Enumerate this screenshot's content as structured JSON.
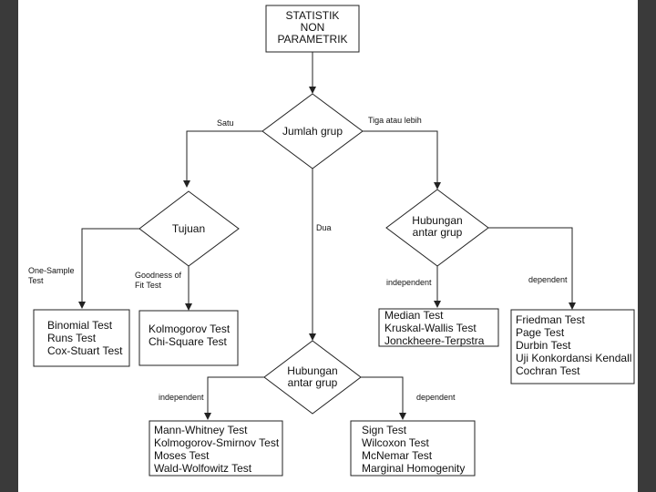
{
  "nodes": {
    "root": [
      "STATISTIK",
      "NON",
      "PARAMETRIK"
    ],
    "jumlah_grup": [
      "Jumlah grup"
    ],
    "tujuan": [
      "Tujuan"
    ],
    "hubungan_dua": [
      "Hubungan",
      "antar grup"
    ],
    "hubungan_tiga": [
      "Hubungan",
      "antar grup"
    ],
    "box_one_sample": [
      "Binomial Test",
      "Runs Test",
      "Cox-Stuart Test"
    ],
    "box_goodness": [
      "Kolmogorov Test",
      "Chi-Square Test"
    ],
    "box_two_indep": [
      "Mann-Whitney Test",
      "Kolmogorov-Smirnov Test",
      "Moses Test",
      "Wald-Wolfowitz Test"
    ],
    "box_two_dep": [
      "Sign Test",
      "Wilcoxon Test",
      "McNemar Test",
      "Marginal Homogenity"
    ],
    "box_k_indep": [
      "Median Test",
      "Kruskal-Wallis Test",
      "Jonckheere-Terpstra"
    ],
    "box_k_dep": [
      "Friedman Test",
      "Page Test",
      "Durbin Test",
      "Uji Konkordansi Kendall",
      "Cochran Test"
    ]
  },
  "edges": {
    "satu": [
      "Satu"
    ],
    "tiga": [
      "Tiga atau lebih"
    ],
    "dua": [
      "Dua"
    ],
    "one_sample": [
      "One-Sample",
      "Test"
    ],
    "goodness": [
      "Goodness of",
      "Fit Test"
    ],
    "indep_dua": [
      "independent"
    ],
    "dep_dua": [
      "dependent"
    ],
    "indep_tiga": [
      "independent"
    ],
    "dep_tiga": [
      "dependent"
    ]
  }
}
